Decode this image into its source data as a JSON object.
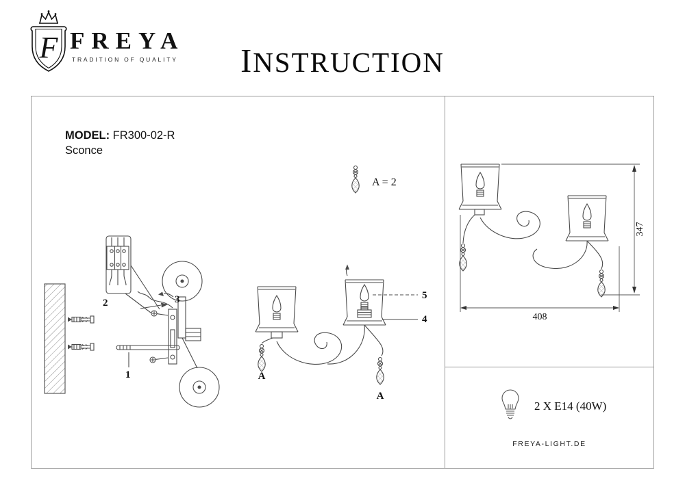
{
  "header": {
    "logo_letter": "F",
    "brand": "FREYA",
    "tagline": "TRADITION OF QUALITY",
    "title": "INSTRUCTION"
  },
  "product": {
    "model_label": "MODEL:",
    "model_value": "FR300-02-R",
    "type": "Sconce"
  },
  "assembly": {
    "crystal_note": "A = 2",
    "part1": "1",
    "part2": "2",
    "part3": "3",
    "part4": "4",
    "part5": "5",
    "crystal_left": "A",
    "crystal_right": "A"
  },
  "dimensions": {
    "height": "347",
    "width": "408"
  },
  "specs": {
    "bulbs": "2 X E14 (40W)",
    "website": "FREYA-LIGHT.DE"
  }
}
